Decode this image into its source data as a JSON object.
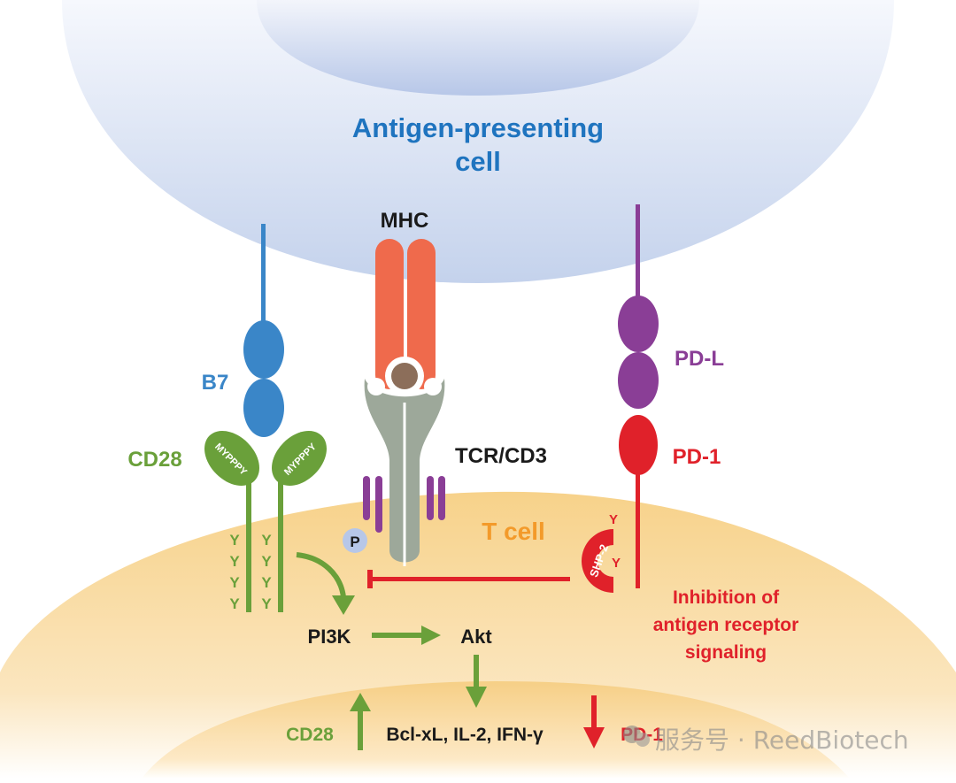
{
  "cells": {
    "apc": {
      "label_line1": "Antigen-presenting",
      "label_line2": "cell"
    },
    "tcell": {
      "label": "T cell"
    }
  },
  "molecules": {
    "mhc": {
      "label": "MHC"
    },
    "tcr": {
      "label": "TCR/CD3"
    },
    "b7": {
      "label": "B7"
    },
    "cd28": {
      "label": "CD28",
      "motif": "MYPPPY"
    },
    "pdl": {
      "label": "PD-L"
    },
    "pd1": {
      "label": "PD-1"
    },
    "shp2": {
      "label": "SHP-2"
    },
    "phospho": {
      "label": "P"
    },
    "tyrosine": {
      "label": "Y"
    }
  },
  "pathway": {
    "pi3k": "PI3K",
    "akt": "Akt",
    "inhibition_line1": "Inhibition of",
    "inhibition_line2": "antigen receptor",
    "inhibition_line3": "signaling",
    "up_label": "CD28",
    "targets": "Bcl-xL, IL-2, IFN-γ",
    "down_label": "PD-1"
  },
  "watermark": "服务号 · ReedBiotech",
  "colors": {
    "apc_blue": "#c6d4ee",
    "tcell_orange": "#f8d690",
    "mhc": "#ef6a4c",
    "tcr": "#9da89a",
    "b7": "#3a86c8",
    "cd28": "#6aa03a",
    "pdl": "#8a3e96",
    "pd1": "#e0212a",
    "tcell_text": "#f39a2a",
    "apc_text": "#1f74bf"
  }
}
